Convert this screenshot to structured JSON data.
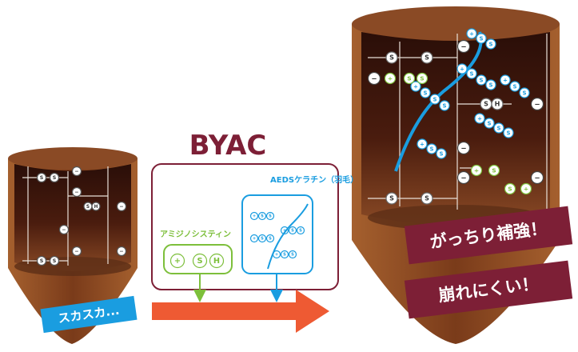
{
  "title": "BYAC",
  "left_tag": "スカスカ...",
  "right_tags": [
    "がっちり補強！",
    "崩れにくい！"
  ],
  "aedes_label": "AEDSケラチン（羽毛）",
  "amisi_label": "アミジノシスティン",
  "symbols": {
    "minus": "−",
    "plus": "+",
    "s": "S",
    "h": "H"
  },
  "colors": {
    "hair": "#7a3b1a",
    "hair_dark": "#2a0e08",
    "blue": "#1a9de0",
    "green": "#7dbf3b",
    "maroon": "#7d1f36",
    "arrow": "#ee5a33"
  }
}
